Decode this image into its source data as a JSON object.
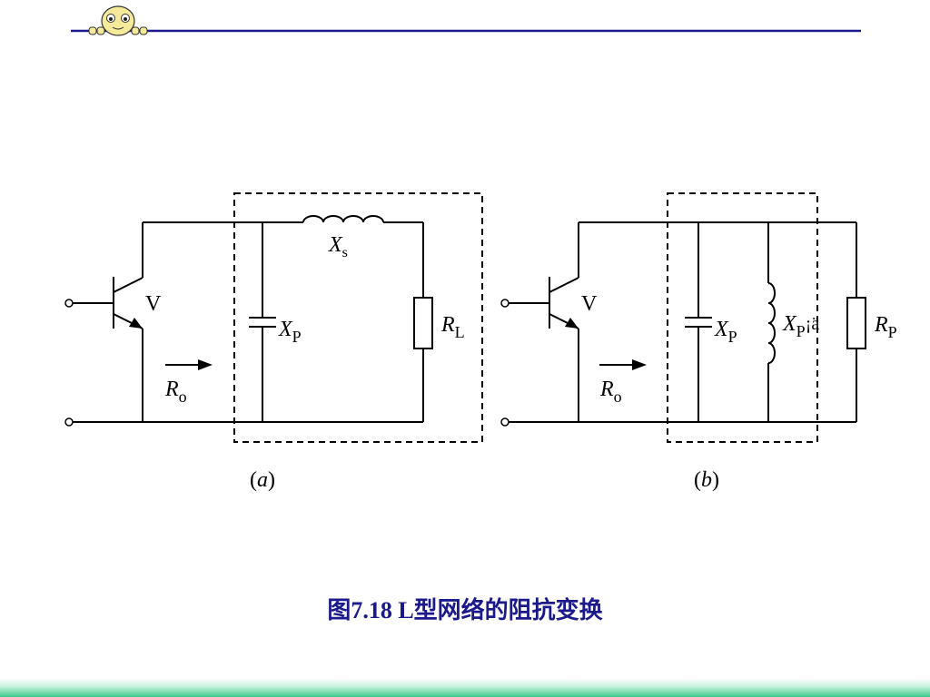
{
  "diagram_a": {
    "transistor": "V",
    "series_reactance": {
      "symbol": "X",
      "sub": "s"
    },
    "parallel_reactance": {
      "symbol": "X",
      "sub": "P"
    },
    "load": {
      "symbol": "R",
      "sub": "L"
    },
    "output_resistance": {
      "symbol": "R",
      "sub": "o"
    },
    "panel_letter": "a"
  },
  "diagram_b": {
    "transistor": "V",
    "parallel_reactance": {
      "symbol": "X",
      "sub": "P"
    },
    "inductor_reactance": {
      "symbol": "X",
      "sub": "P",
      "suffix": "¡ä"
    },
    "load": {
      "symbol": "R",
      "sub": "P"
    },
    "output_resistance": {
      "symbol": "R",
      "sub": "o"
    },
    "panel_letter": "b"
  },
  "caption": "图7.18  L型网络的阻抗变换",
  "colors": {
    "header_line": "#1a1a8c",
    "caption": "#1a1a8c",
    "footer_gradient": "#3cc98c"
  }
}
